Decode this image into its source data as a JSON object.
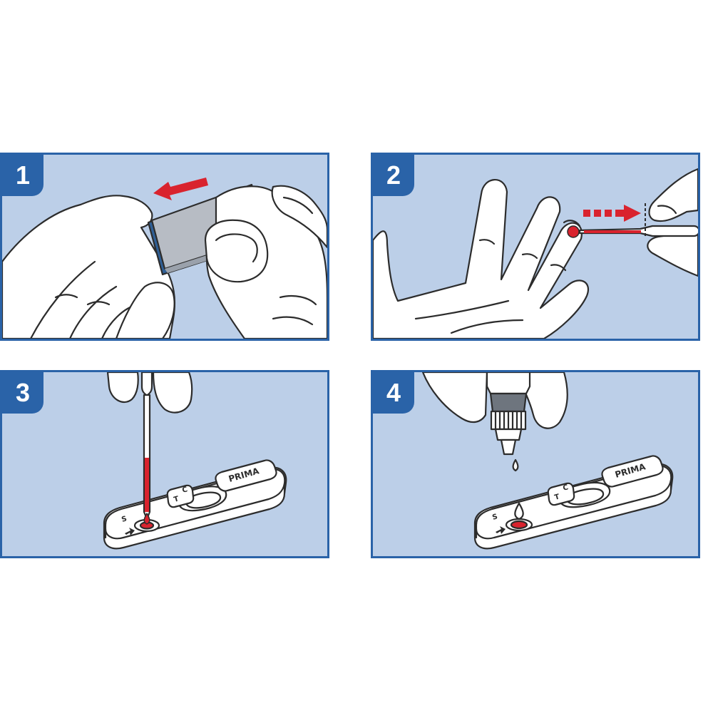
{
  "steps": [
    {
      "number": "1"
    },
    {
      "number": "2"
    },
    {
      "number": "3"
    },
    {
      "number": "4"
    }
  ],
  "cassette": {
    "brand": "PRIMA",
    "label_c": "C",
    "label_t": "T",
    "label_s": "S"
  },
  "colors": {
    "panel_border": "#2a63a8",
    "panel_fill": "#bccfe8",
    "arrow_red": "#d9232e",
    "outline": "#2c2c2c",
    "glove": "#ffffff",
    "wrapper": "#b7bcc4",
    "wrapper_edge": "#2f5f96"
  }
}
